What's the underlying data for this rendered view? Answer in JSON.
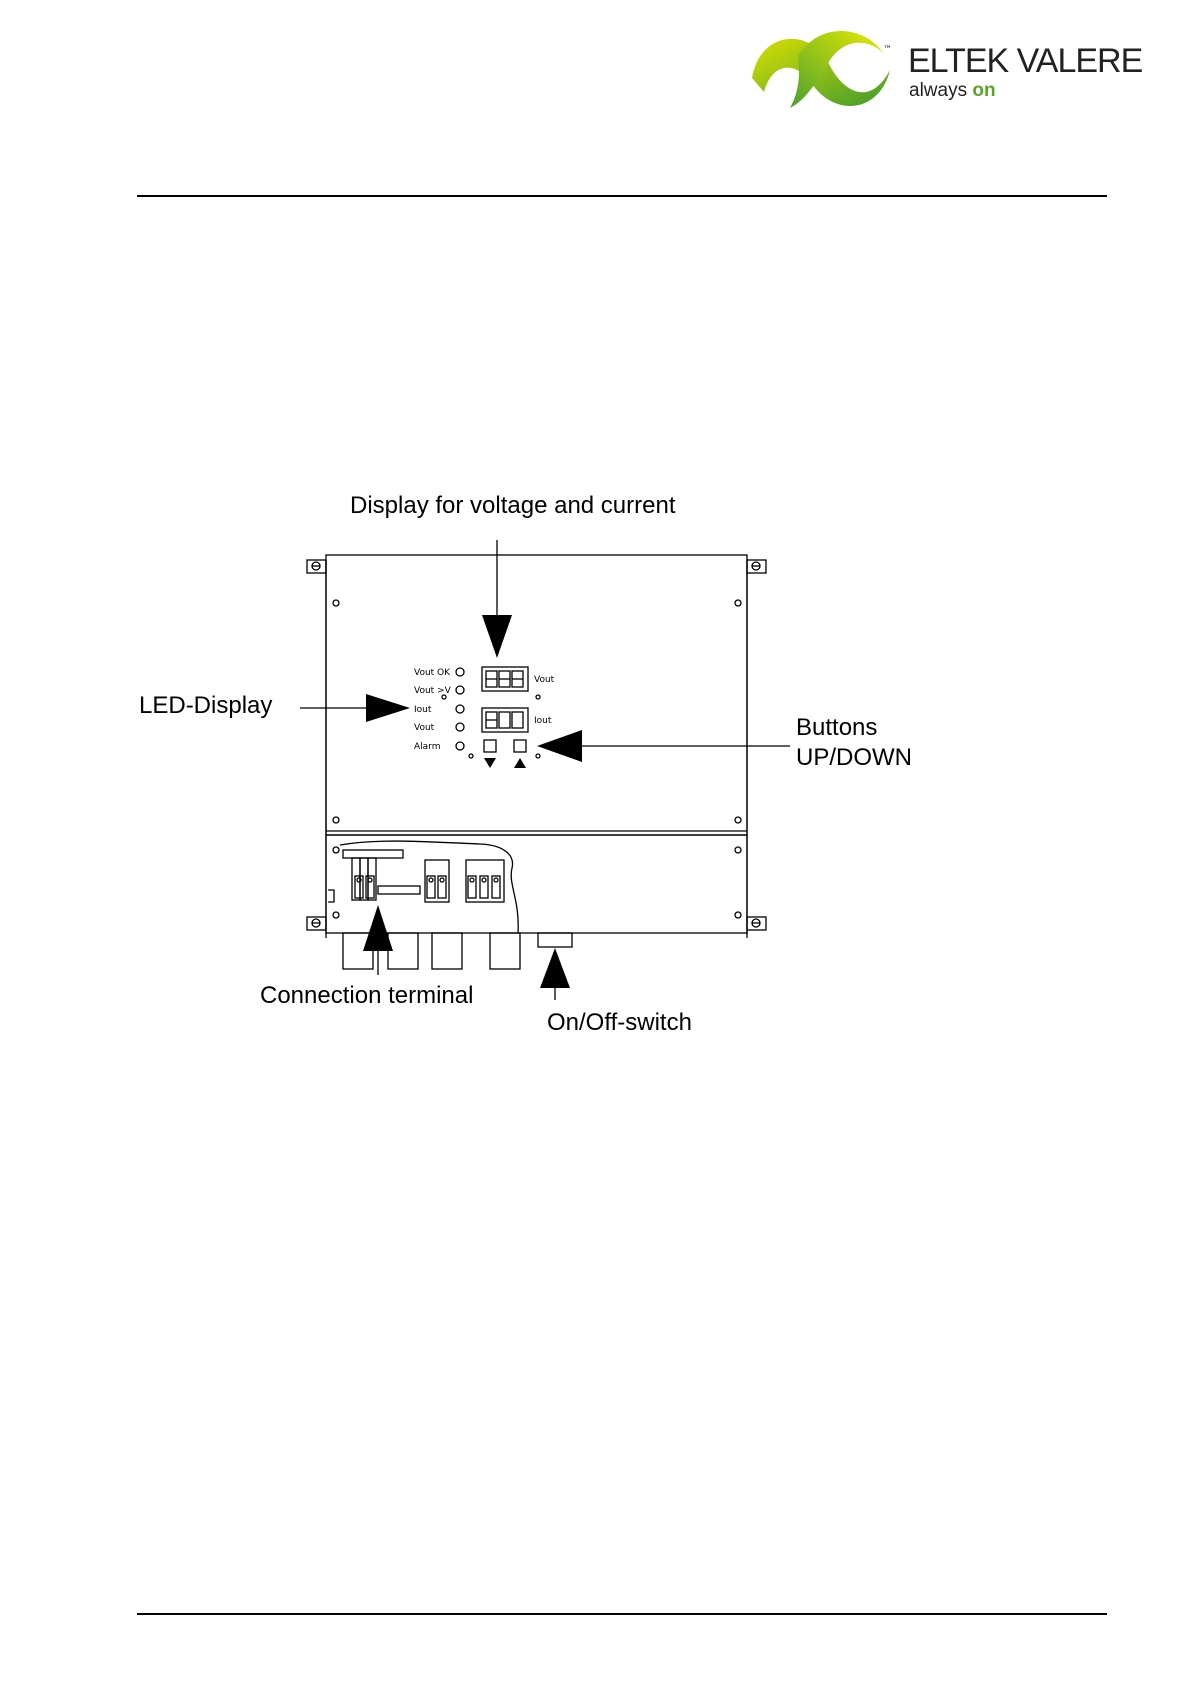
{
  "header": {
    "brand": "ELTEK VALERE",
    "trademark": "™",
    "tagline_prefix": "always ",
    "tagline_on": "on",
    "brand_colors": {
      "green_light": "#c8d400",
      "green_dark": "#3f9a2e",
      "text": "#222222"
    }
  },
  "figure": {
    "callouts": {
      "display": "Display for voltage and current",
      "led_display": "LED-Display",
      "buttons_line1": "Buttons",
      "buttons_line2": "UP/DOWN",
      "connection_terminal": "Connection terminal",
      "switch": "On/Off-switch"
    },
    "panel": {
      "led_labels": [
        "Vout OK",
        "Vout >V",
        "Iout",
        "Vout",
        "Alarm"
      ],
      "display_vout_label": "Vout",
      "display_iout_label": "Iout",
      "button_down_icon": "triangle-down-icon",
      "button_up_icon": "triangle-up-icon"
    }
  }
}
